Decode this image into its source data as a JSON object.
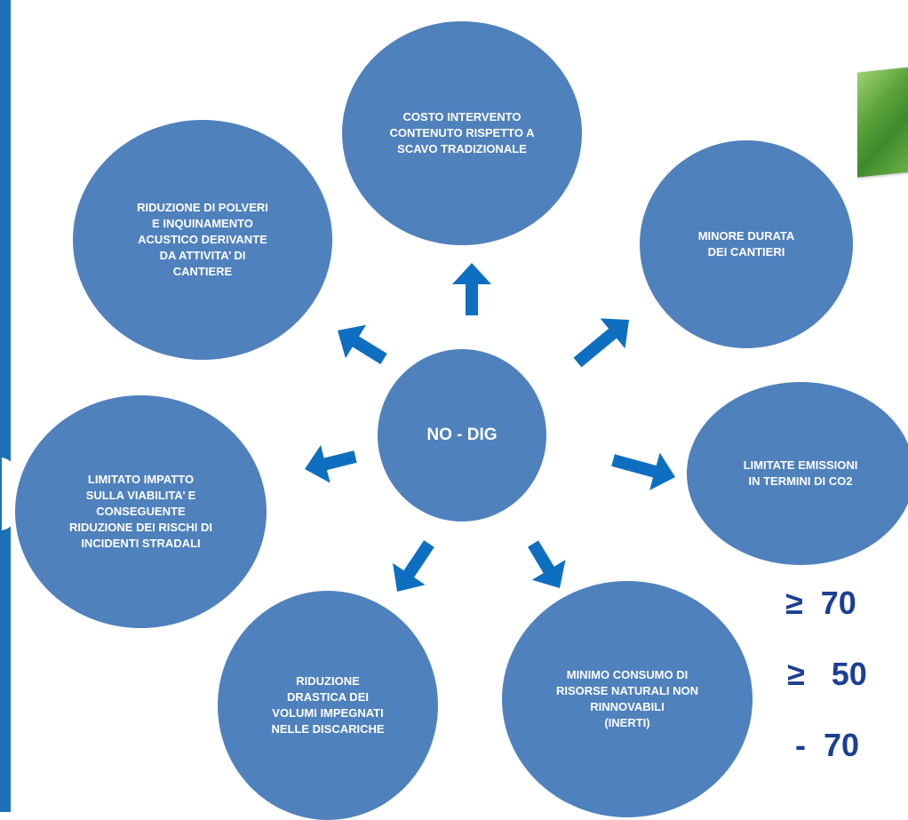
{
  "colors": {
    "node_fill": "#4f81bd",
    "arrow_fill": "#0e6fc0",
    "percent_text": "#1b3f93",
    "left_stripe": "#1f6fb8"
  },
  "diagram": {
    "center": {
      "label": "NO - DIG"
    },
    "nodes": [
      {
        "id": "costo",
        "label": "COSTO INTERVENTO\nCONTENUTO RISPETTO A\nSCAVO TRADIZIONALE"
      },
      {
        "id": "durata",
        "label": "MINORE DURATA\nDEI CANTIERI"
      },
      {
        "id": "emissioni",
        "label": "LIMITATE EMISSIONI\nIN TERMINI DI CO2"
      },
      {
        "id": "risorse",
        "label": "MINIMO CONSUMO DI\nRISORSE NATURALI NON\nRINNOVABILI\n(INERTI)"
      },
      {
        "id": "discariche",
        "label": "RIDUZIONE\nDRASTICA DEI\nVOLUMI IMPEGNATI\nNELLE DISCARICHE"
      },
      {
        "id": "viabilita",
        "label": "LIMITATO IMPATTO\nSULLA VIABILITA’ E\nCONSEGUENTE\nRIDUZIONE DEI RISCHI DI\nINCIDENTI STRADALI"
      },
      {
        "id": "polveri",
        "label": "RIDUZIONE DI POLVERI\nE INQUINAMENTO\nACUSTICO DERIVANTE\nDA ATTIVITA’ DI\nCANTIERE"
      }
    ]
  },
  "side_percentages": [
    "≥  70",
    "≥   50",
    "-  70"
  ]
}
